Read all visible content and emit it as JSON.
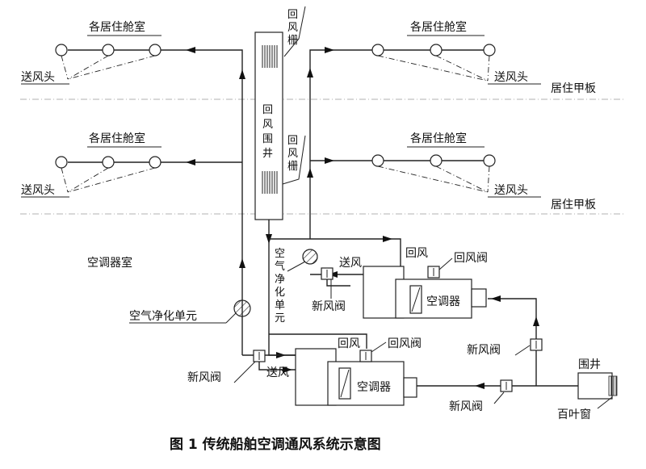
{
  "labels": {
    "cabins": "各居住舱室",
    "supply_head": "送风头",
    "deck": "居住甲板",
    "return_grille": "回风栅",
    "return_trunk": "回风围井",
    "ac_room": "空调器室",
    "purifier": "空气净化单元",
    "supply_air": "送风",
    "return_air": "回风",
    "return_damper": "回风阀",
    "fresh_damper": "新风阀",
    "ac_unit": "空调器",
    "trunk": "围井",
    "louver": "百叶窗"
  },
  "caption": "图 1 传统船舶空调通风系统示意图",
  "colors": {
    "line": "#222222",
    "deck_line": "#999999",
    "background": "#ffffff"
  }
}
